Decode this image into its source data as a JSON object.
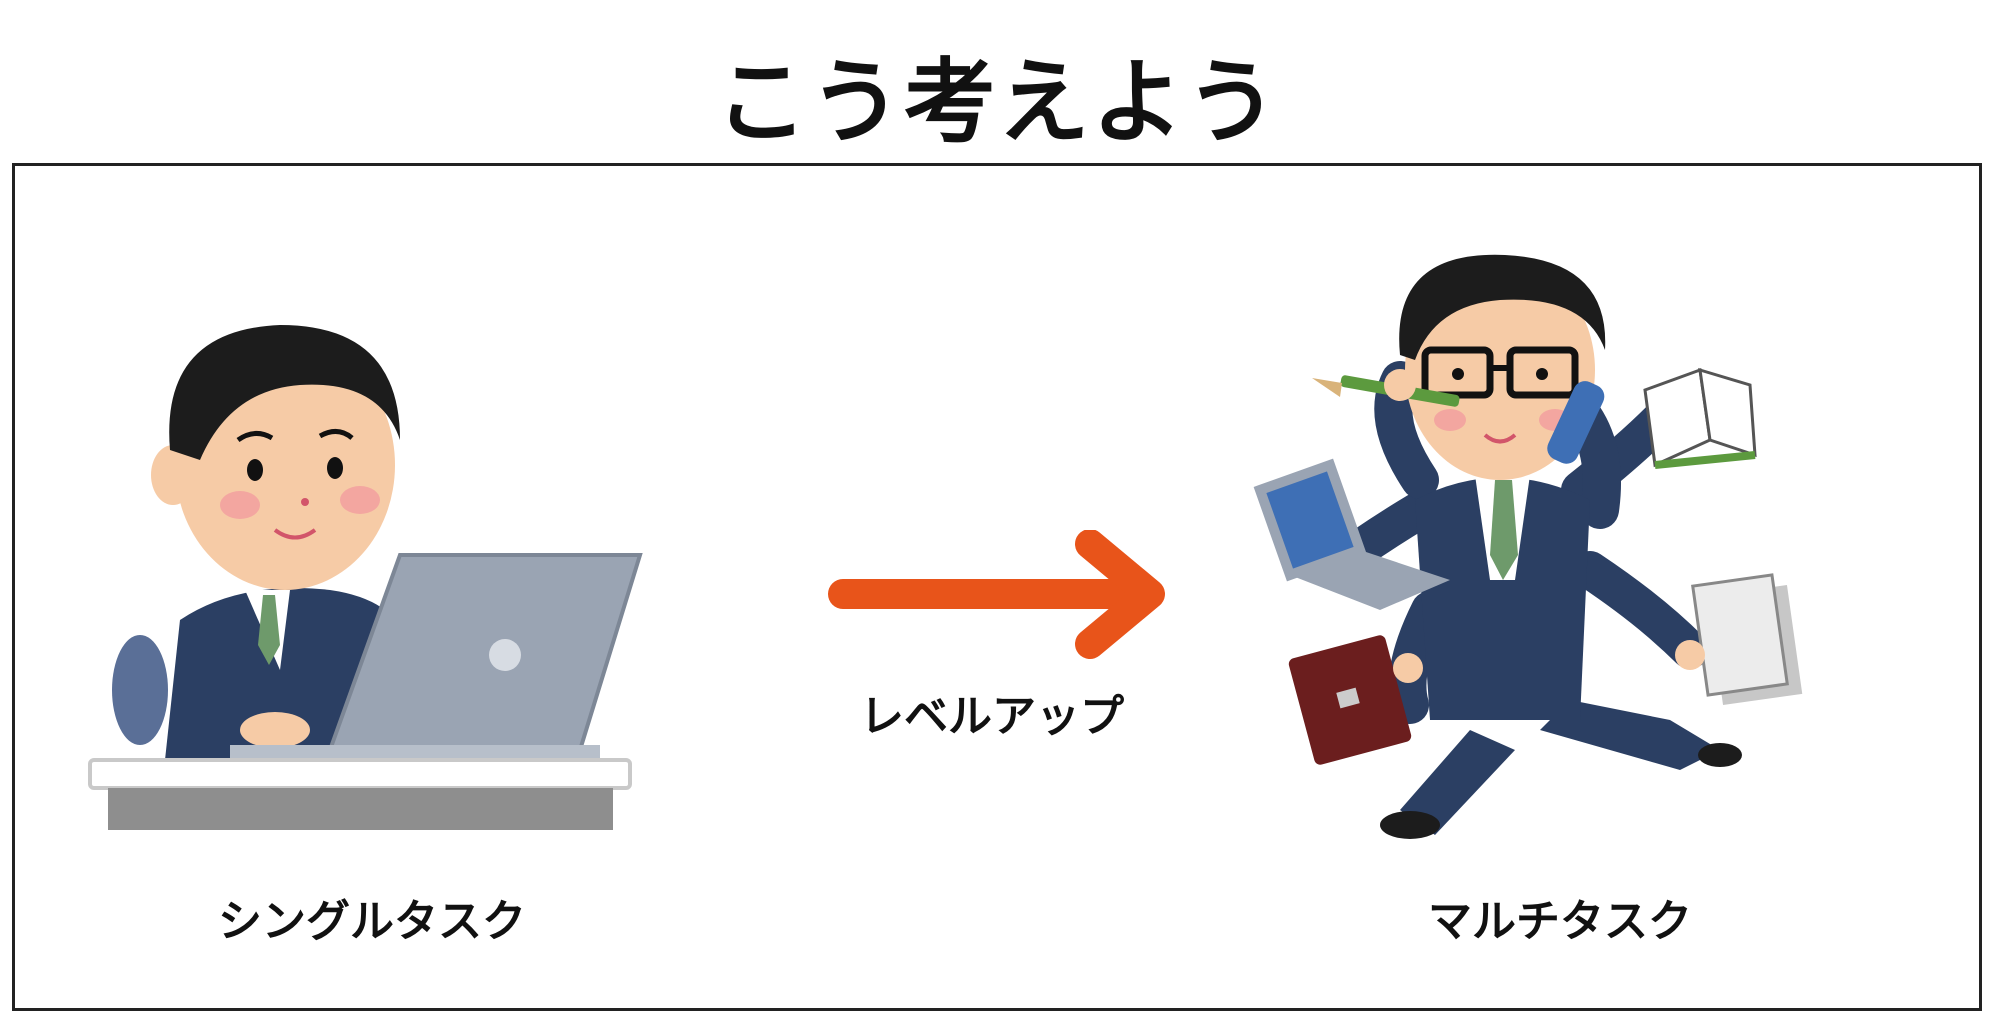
{
  "title": "こう考えよう",
  "labels": {
    "single_task": "シングルタスク",
    "multi_task": "マルチタスク",
    "level_up": "レベルアップ"
  },
  "colors": {
    "arrow": "#E8541A",
    "suit": "#2B3F63",
    "hair": "#1C1C1C",
    "skin": "#F6CBA6",
    "tie": "#6E9A6B",
    "laptop": "#9AA4B3",
    "desk": "#8E8E8E",
    "frame": "#222222"
  },
  "icons": [
    "office-worker-icon",
    "laptop-icon",
    "desk-icon",
    "arrow-right-icon",
    "multitasking-worker-icon",
    "pencil-icon",
    "phone-icon",
    "book-icon",
    "document-icon",
    "briefcase-icon",
    "glasses-icon"
  ]
}
